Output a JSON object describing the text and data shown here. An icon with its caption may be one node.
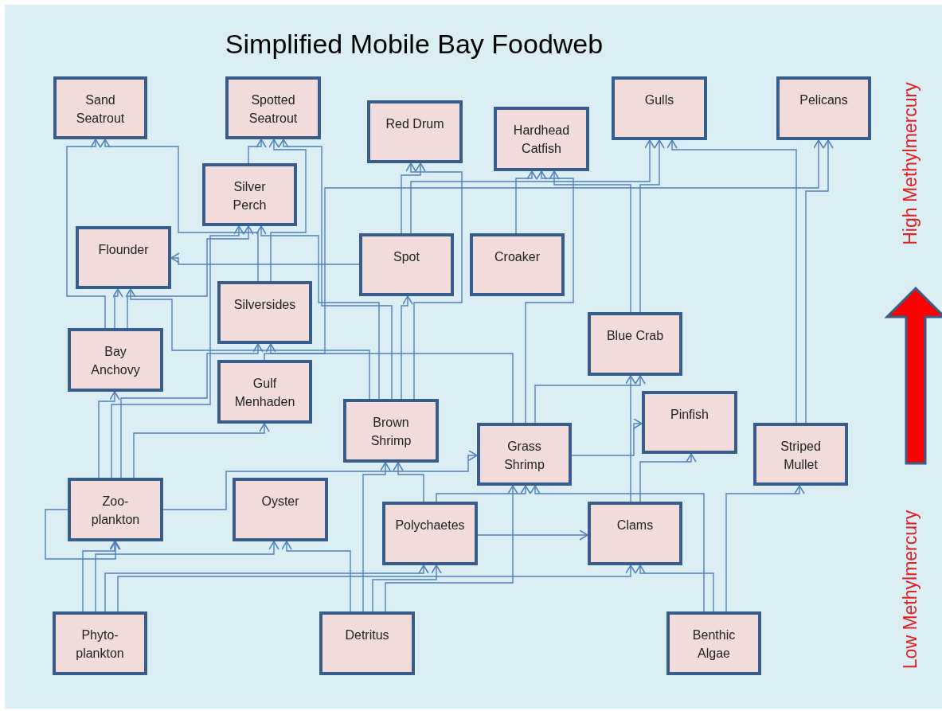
{
  "diagram": {
    "title": "Simplified Mobile Bay Foodweb",
    "nodes": [
      {
        "text": [
          "Sand Seatrout"
        ]
      },
      {
        "text": [
          "Spotted Seatrout"
        ]
      },
      {
        "text": [
          "Red Drum"
        ]
      },
      {
        "text": [
          "Hardhead Catfish"
        ]
      },
      {
        "text": [
          "Gulls"
        ]
      },
      {
        "text": [
          "Pelicans"
        ]
      },
      {
        "text": [
          "Silver Perch"
        ]
      },
      {
        "text": [
          "Flounder"
        ]
      },
      {
        "text": [
          "Spot"
        ]
      },
      {
        "text": [
          "Croaker"
        ]
      },
      {
        "text": [
          "Silversides"
        ]
      },
      {
        "text": [
          "Blue Crab"
        ]
      },
      {
        "text": [
          "Bay Anchovy"
        ]
      },
      {
        "text": [
          "Gulf Menhaden"
        ]
      },
      {
        "text": [
          "Brown Shrimp"
        ]
      },
      {
        "text": [
          "Pinfish"
        ]
      },
      {
        "text": [
          "Grass Shrimp"
        ]
      },
      {
        "text": [
          "Striped Mullet"
        ]
      },
      {
        "text": [
          "Zoo- plankton"
        ]
      },
      {
        "text": [
          "Oyster"
        ]
      },
      {
        "text": [
          "Polychaetes"
        ]
      },
      {
        "text": [
          "Clams"
        ]
      },
      {
        "text": [
          "Phyto- plankton"
        ]
      },
      {
        "text": [
          "Detritus"
        ]
      },
      {
        "text": [
          "Benthic Algae"
        ]
      }
    ],
    "edges": [
      {
        "from": 22,
        "to": 18,
        "arrow": "to"
      },
      {
        "from": 22,
        "to": 19,
        "arrow": "to"
      },
      {
        "from": 22,
        "to": 20,
        "arrow": "to"
      },
      {
        "from": 22,
        "to": 21,
        "arrow": "to"
      },
      {
        "from": 18,
        "to": 18,
        "arrow": "to"
      },
      {
        "from": 18,
        "to": 12,
        "arrow": "to"
      },
      {
        "from": 18,
        "to": 6,
        "arrow": "to"
      },
      {
        "from": 18,
        "to": 10,
        "arrow": "to"
      },
      {
        "from": 18,
        "to": 13,
        "arrow": "to"
      },
      {
        "from": 18,
        "to": 16,
        "arrow": "to"
      },
      {
        "from": 12,
        "to": 7,
        "arrow": "to"
      },
      {
        "from": 12,
        "to": 0,
        "arrow": "to"
      },
      {
        "from": 12,
        "to": 6,
        "arrow": "to"
      },
      {
        "from": 23,
        "to": 14,
        "arrow": "to"
      },
      {
        "from": 23,
        "to": 19,
        "arrow": "to"
      },
      {
        "from": 23,
        "to": 20,
        "arrow": "to"
      },
      {
        "from": 23,
        "to": 16,
        "arrow": "to"
      },
      {
        "from": 24,
        "to": 16,
        "arrow": "to"
      },
      {
        "from": 24,
        "to": 21,
        "arrow": "to"
      },
      {
        "from": 24,
        "to": 17,
        "arrow": "to"
      },
      {
        "from": 20,
        "to": 14,
        "arrow": "to"
      },
      {
        "from": 20,
        "to": 21,
        "arrow": "to"
      },
      {
        "from": 20,
        "to": 16,
        "arrow": "to"
      },
      {
        "from": 14,
        "to": 6,
        "arrow": "to"
      },
      {
        "from": 14,
        "to": 7,
        "arrow": "to"
      },
      {
        "from": 14,
        "to": 1,
        "arrow": "to"
      },
      {
        "from": 14,
        "to": 2,
        "arrow": "to"
      },
      {
        "from": 14,
        "to": 8,
        "arrow": "to"
      },
      {
        "from": 16,
        "to": 15,
        "arrow": "to"
      },
      {
        "from": 16,
        "to": 11,
        "arrow": "to"
      },
      {
        "from": 16,
        "to": 3,
        "arrow": "to"
      },
      {
        "from": 16,
        "to": 10,
        "arrow": "to"
      },
      {
        "from": 21,
        "to": 11,
        "arrow": "to"
      },
      {
        "from": 21,
        "to": 15,
        "arrow": "to"
      },
      {
        "from": 8,
        "to": 2,
        "arrow": "to"
      },
      {
        "from": 8,
        "to": 7,
        "arrow": "to"
      },
      {
        "from": 8,
        "to": 4,
        "arrow": "to"
      },
      {
        "from": 9,
        "to": 3,
        "arrow": "to"
      },
      {
        "from": 11,
        "to": 4,
        "arrow": "to"
      },
      {
        "from": 11,
        "to": 3,
        "arrow": "to"
      },
      {
        "from": 10,
        "to": 1,
        "arrow": "to"
      },
      {
        "from": 10,
        "to": 0,
        "arrow": "to"
      },
      {
        "from": 6,
        "to": 1,
        "arrow": "to"
      },
      {
        "from": 13,
        "to": 5,
        "arrow": "to"
      },
      {
        "from": 17,
        "to": 4,
        "arrow": "to"
      },
      {
        "from": 17,
        "to": 5,
        "arrow": "to"
      }
    ],
    "labels": [
      "High Methylmercury",
      "Low Methylmercury"
    ]
  }
}
